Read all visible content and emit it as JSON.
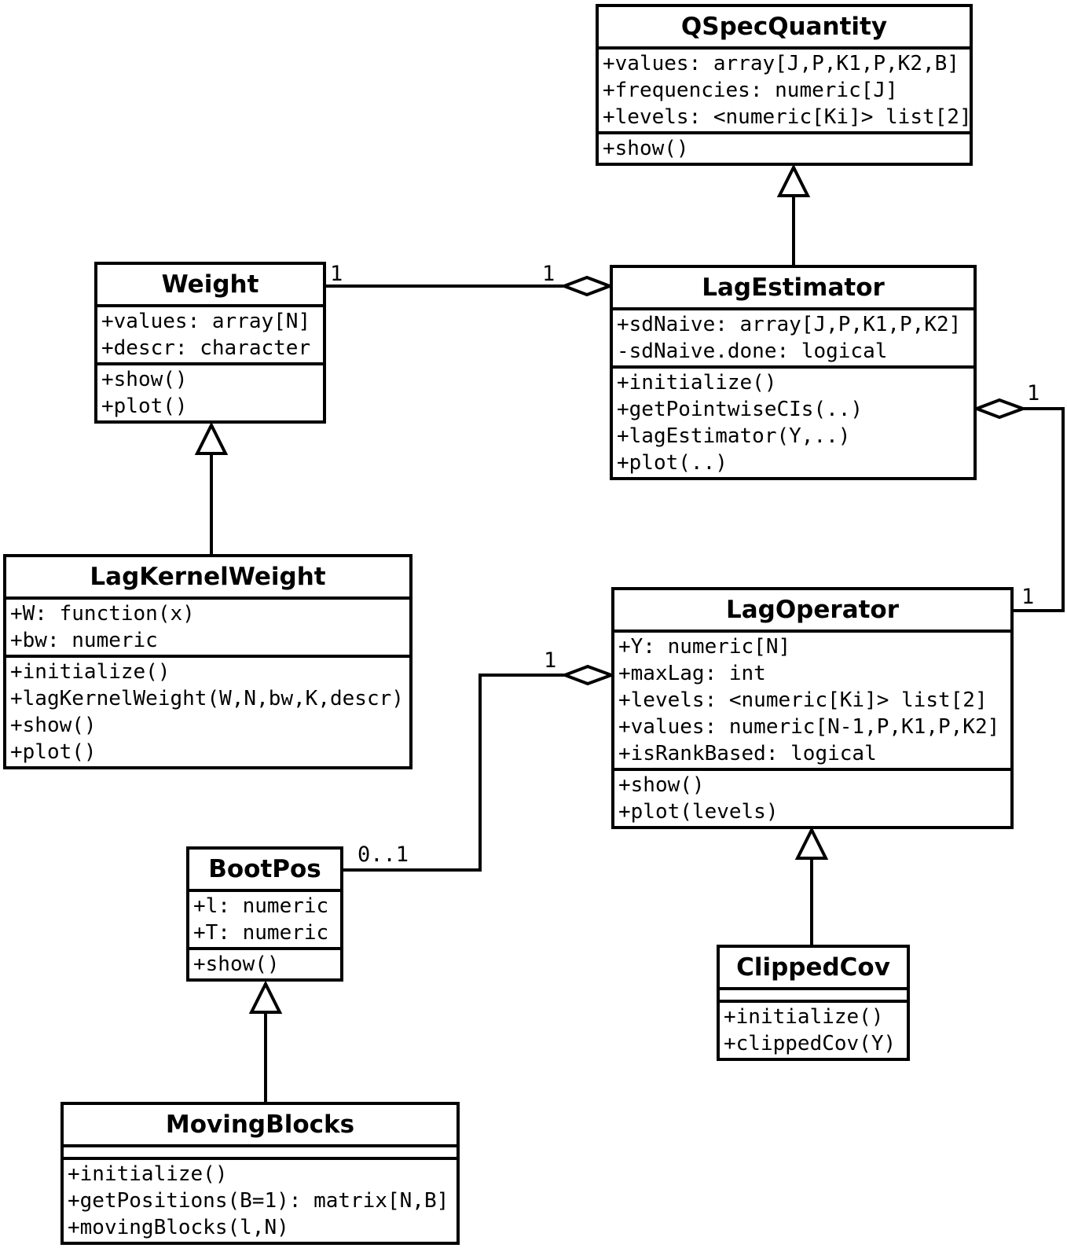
{
  "diagram": {
    "title": "UML class diagram",
    "colors": {
      "line": "#000000",
      "background": "#ffffff",
      "text": "#000000"
    },
    "classes": {
      "qspecquantity": {
        "name": "QSpecQuantity",
        "attributes": [
          "+values: array[J,P,K1,P,K2,B]",
          "+frequencies: numeric[J]",
          "+levels: <numeric[Ki]> list[2]"
        ],
        "methods": [
          "+show()"
        ]
      },
      "weight": {
        "name": "Weight",
        "attributes": [
          "+values: array[N]",
          "+descr: character"
        ],
        "methods": [
          "+show()",
          "+plot()"
        ]
      },
      "lagestimator": {
        "name": "LagEstimator",
        "attributes": [
          "+sdNaive: array[J,P,K1,P,K2]",
          "-sdNaive.done: logical"
        ],
        "methods": [
          "+initialize()",
          "+getPointwiseCIs(..)",
          "+lagEstimator(Y,..)",
          "+plot(..)"
        ]
      },
      "lagkernelweight": {
        "name": "LagKernelWeight",
        "attributes": [
          "+W: function(x)",
          "+bw: numeric"
        ],
        "methods": [
          "+initialize()",
          "+lagKernelWeight(W,N,bw,K,descr)",
          "+show()",
          "+plot()"
        ]
      },
      "lagoperator": {
        "name": "LagOperator",
        "attributes": [
          "+Y: numeric[N]",
          "+maxLag: int",
          "+levels: <numeric[Ki]> list[2]",
          "+values: numeric[N-1,P,K1,P,K2]",
          "+isRankBased: logical"
        ],
        "methods": [
          "+show()",
          "+plot(levels)"
        ]
      },
      "bootpos": {
        "name": "BootPos",
        "attributes": [
          "+l: numeric",
          "+T: numeric"
        ],
        "methods": [
          "+show()"
        ]
      },
      "clippedcov": {
        "name": "ClippedCov",
        "attributes": [],
        "methods": [
          "+initialize()",
          "+clippedCov(Y)"
        ]
      },
      "movingblocks": {
        "name": "MovingBlocks",
        "attributes": [],
        "methods": [
          "+initialize()",
          "+getPositions(B=1): matrix[N,B]",
          "+movingBlocks(l,N)"
        ]
      }
    },
    "relationships": [
      {
        "type": "generalization",
        "child": "LagEstimator",
        "parent": "QSpecQuantity"
      },
      {
        "type": "aggregation",
        "whole": "LagEstimator",
        "part": "Weight",
        "whole_multiplicity": "1",
        "part_multiplicity": "1"
      },
      {
        "type": "aggregation",
        "whole": "LagEstimator",
        "part": "LagOperator",
        "whole_multiplicity": "1",
        "part_multiplicity": "1"
      },
      {
        "type": "generalization",
        "child": "LagKernelWeight",
        "parent": "Weight"
      },
      {
        "type": "aggregation",
        "whole": "LagOperator",
        "part": "BootPos",
        "whole_multiplicity": "1",
        "part_multiplicity": "0..1"
      },
      {
        "type": "generalization",
        "child": "ClippedCov",
        "parent": "LagOperator"
      },
      {
        "type": "generalization",
        "child": "MovingBlocks",
        "parent": "BootPos"
      }
    ]
  }
}
